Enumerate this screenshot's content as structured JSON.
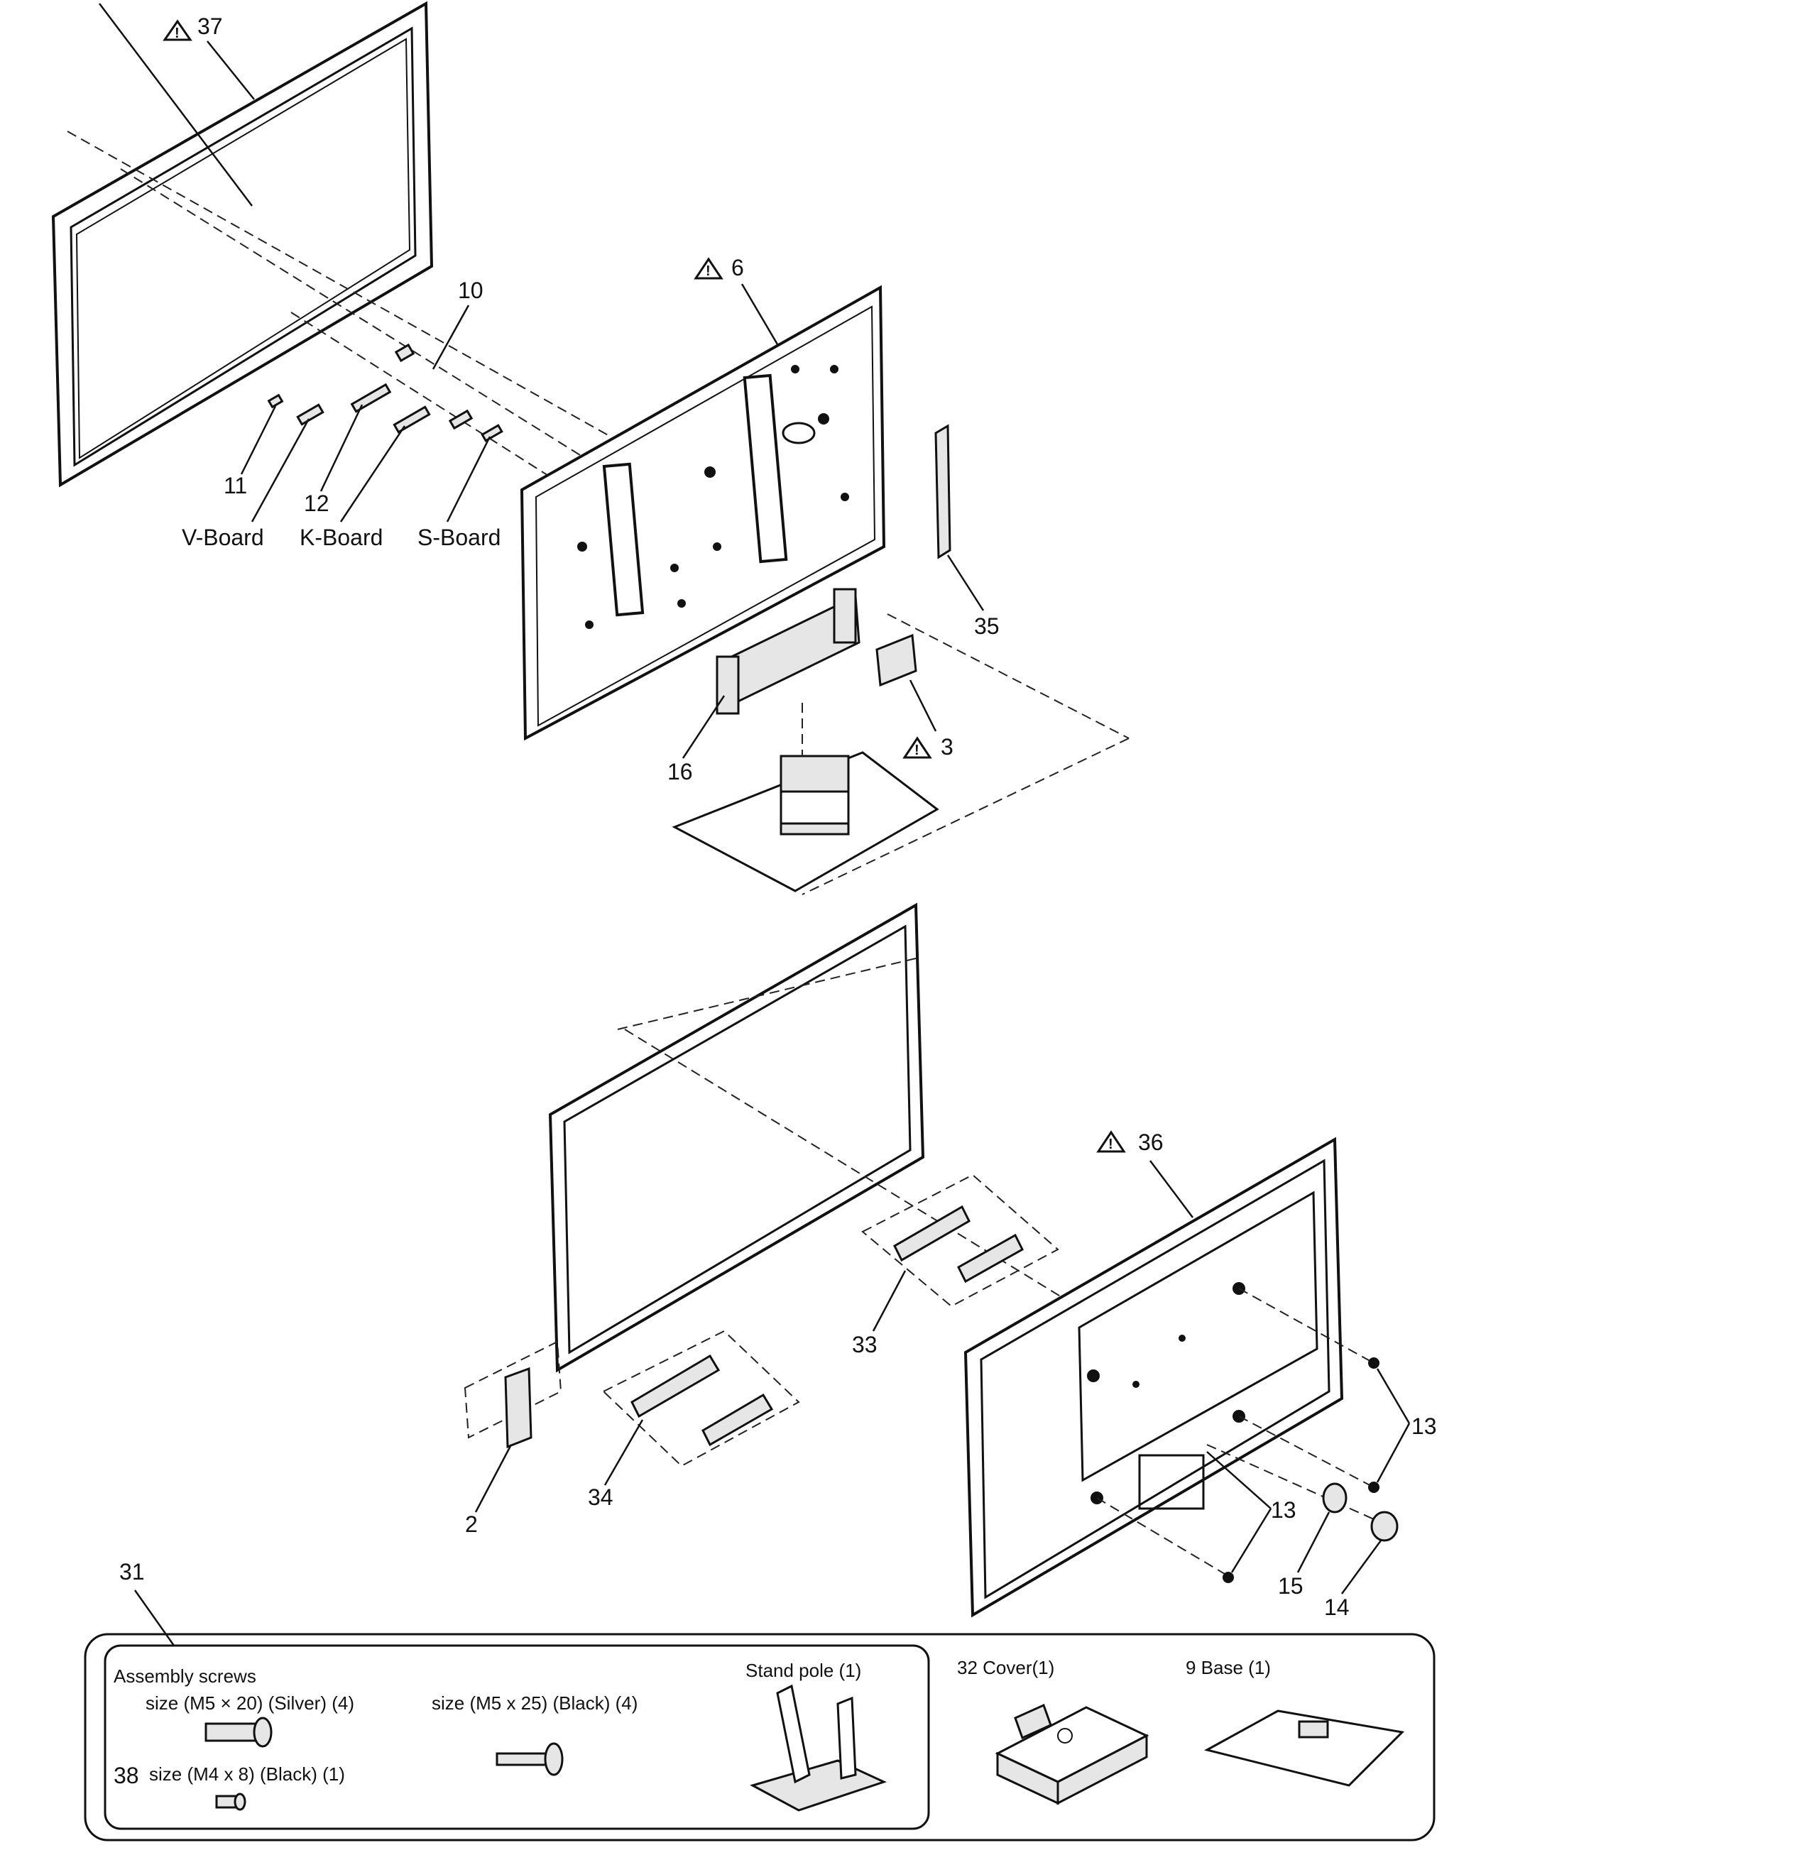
{
  "parts": {
    "p37": "37",
    "p6": "6",
    "p10": "10",
    "p11": "11",
    "p12": "12",
    "v_board": "V-Board",
    "k_board": "K-Board",
    "s_board": "S-Board",
    "p35": "35",
    "p3": "3",
    "p16": "16",
    "p36": "36",
    "p33": "33",
    "p34": "34",
    "p2": "2",
    "p13a": "13",
    "p13b": "13",
    "p15": "15",
    "p14": "14",
    "p31": "31"
  },
  "accessory_box": {
    "assembly_title": "Assembly screws",
    "screw1": "size (M5 × 20) (Silver) (4)",
    "screw2": "size (M5 x 25) (Black) (4)",
    "screw3_num": "38",
    "screw3": "size (M4 x 8) (Black) (1)",
    "stand_pole": "Stand pole (1)",
    "cover": "32  Cover(1)",
    "base": "9   Base (1)"
  },
  "icons": [
    "warning-triangle-icon",
    "screw-icon",
    "stand-pole-icon",
    "cover-icon",
    "base-icon"
  ],
  "colors": {
    "line": "#111111",
    "background": "#ffffff"
  }
}
